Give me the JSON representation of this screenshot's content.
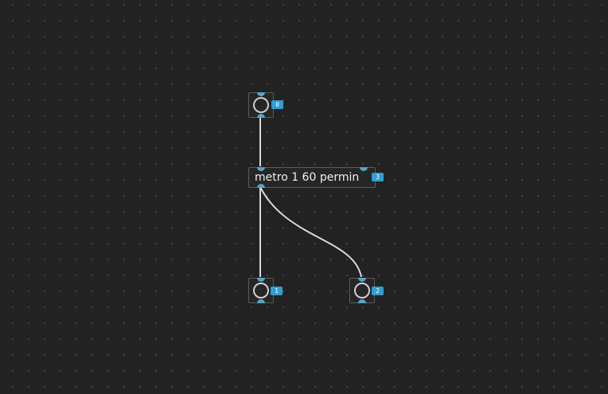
{
  "patch": {
    "objects": [
      {
        "kind": "bang",
        "id_label": "0"
      },
      {
        "kind": "message",
        "text": "metro 1 60 permin",
        "id_label": "3"
      },
      {
        "kind": "bang",
        "id_label": "1"
      },
      {
        "kind": "bang",
        "id_label": "2"
      }
    ]
  },
  "colors": {
    "canvas_background": "#222222",
    "grid_dot": "#4a4a4a",
    "object_border": "#5b5b5b",
    "port": "#52a7c8",
    "badge": "#2f9ed2",
    "cord": "#d8d8d8"
  },
  "icons": {
    "bang": "circle-icon"
  }
}
